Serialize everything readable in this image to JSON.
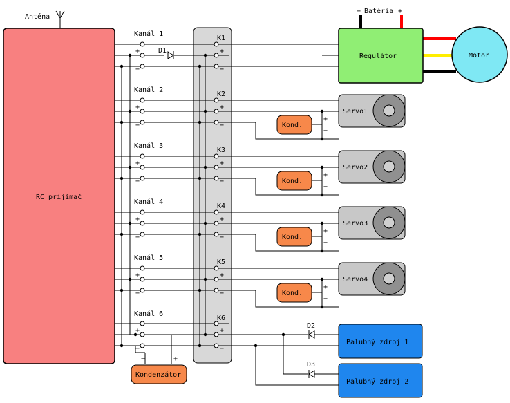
{
  "antenna_label": "Anténa",
  "receiver_label": "RC prijímač",
  "battery": {
    "minus": "−",
    "label": "Batéria",
    "plus": "+"
  },
  "regulator_label": "Regulátor",
  "motor_label": "Motor",
  "channels": [
    {
      "label": "Kanál 1",
      "connector": "K1"
    },
    {
      "label": "Kanál 2",
      "connector": "K2"
    },
    {
      "label": "Kanál 3",
      "connector": "K3"
    },
    {
      "label": "Kanál 4",
      "connector": "K4"
    },
    {
      "label": "Kanál 5",
      "connector": "K5"
    },
    {
      "label": "Kanál 6",
      "connector": "K6"
    }
  ],
  "pin_signs": {
    "plus": "+",
    "minus": "−"
  },
  "servos": [
    "Servo1",
    "Servo2",
    "Servo3",
    "Servo4"
  ],
  "capacitor_short": "Kond.",
  "capacitor_long": "Kondenzátor",
  "diode_labels": {
    "d1": "D1",
    "d2": "D2",
    "d3": "D3"
  },
  "onboard_supplies": [
    "Palubný zdroj 1",
    "Palubný zdroj 2"
  ],
  "colors": {
    "receiver": "#f88080",
    "connector_strip": "#d8d8d8",
    "regulator": "#90ee74",
    "motor": "#7fe8f4",
    "servo_body": "#c8c8c8",
    "servo_wheel": "#909090",
    "capacitor": "#f7884a",
    "supply": "#1f86ee",
    "wire_red": "#ff0000",
    "wire_yellow": "#ffee00",
    "wire_black": "#000000"
  }
}
